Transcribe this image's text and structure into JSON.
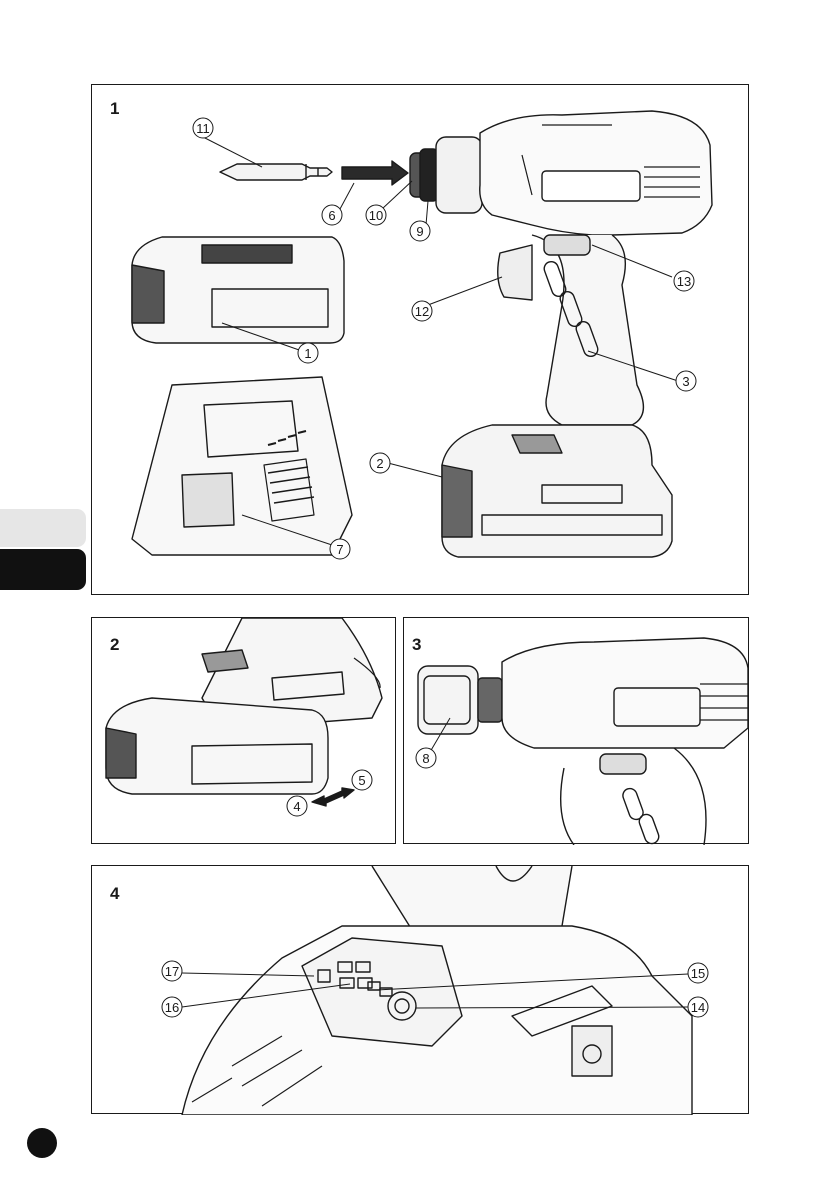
{
  "figures": [
    {
      "number": "1",
      "callouts": [
        "11",
        "6",
        "10",
        "9",
        "13",
        "12",
        "1",
        "3",
        "2",
        "7"
      ]
    },
    {
      "number": "2",
      "callouts": [
        "5",
        "4"
      ]
    },
    {
      "number": "3",
      "callouts": [
        "8"
      ]
    },
    {
      "number": "4",
      "callouts": [
        "17",
        "15",
        "16",
        "14"
      ]
    }
  ],
  "colors": {
    "line": "#1a1a1a",
    "tab_light": "#e6e6e6",
    "tab_dark": "#111111",
    "fill_light": "#f2f2f2",
    "fill_dark": "#333333"
  },
  "icons": [
    "arrow-right-icon",
    "double-arrow-icon"
  ]
}
